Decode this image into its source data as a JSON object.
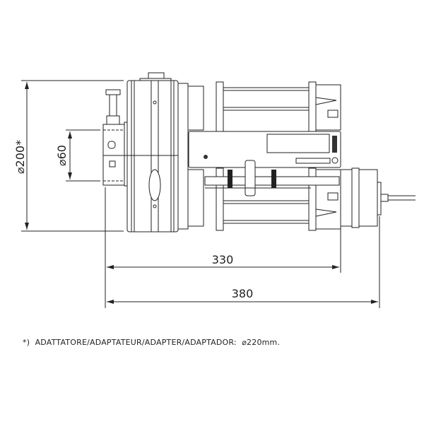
{
  "dimensions": {
    "outer_diameter": "⌀200*",
    "shaft_diameter": "⌀60",
    "motor_length": "330",
    "overall_length": "380"
  },
  "note": "*)  ADATTATORE/ADAPTATEUR/ADAPTER/ADAPTADOR:  ⌀220mm."
}
